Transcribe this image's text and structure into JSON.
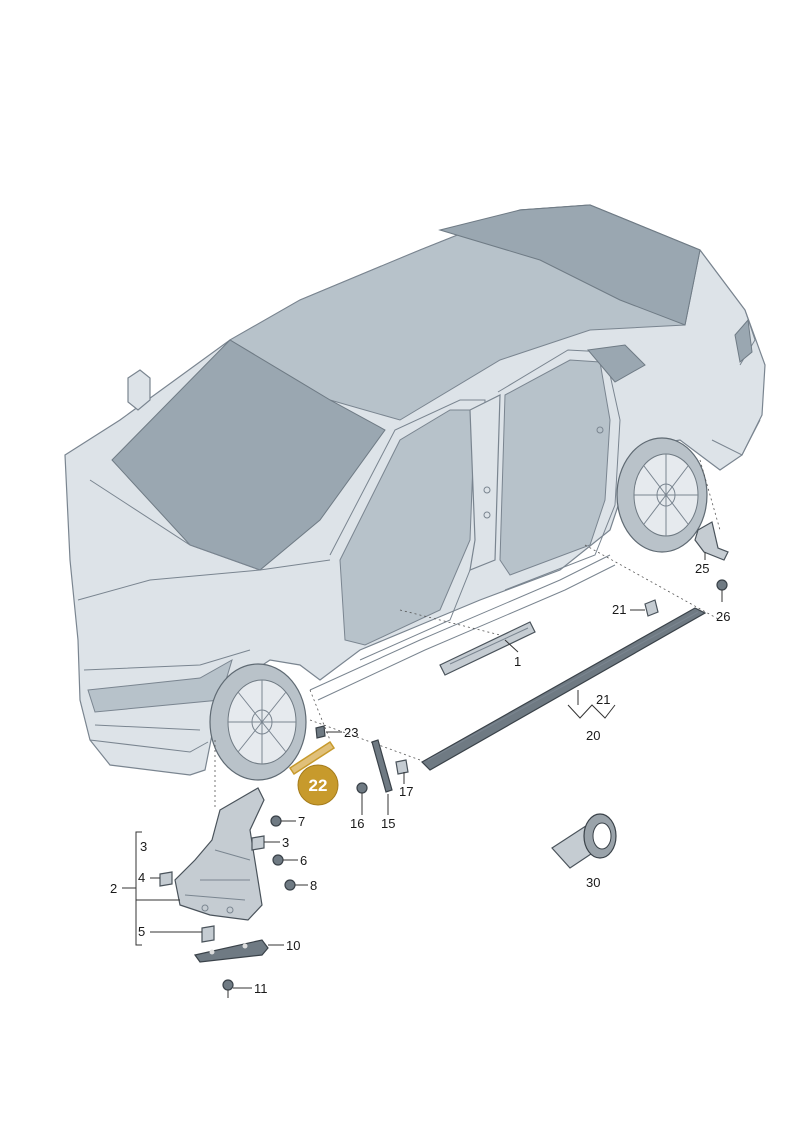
{
  "diagram": {
    "highlighted_part": "22",
    "colors": {
      "highlight": "#c79a2c",
      "body": "#dde3e8",
      "glass": "#9aa7b1",
      "parts": "#c5ccd2"
    },
    "callouts": {
      "c1": "1",
      "c2": "2",
      "c3a": "3",
      "c3b": "3",
      "c4": "4",
      "c5": "5",
      "c6": "6",
      "c7": "7",
      "c8": "8",
      "c10": "10",
      "c11": "11",
      "c15": "15",
      "c16": "16",
      "c17": "17",
      "c20": "20",
      "c21a": "21",
      "c21b": "21",
      "c23": "23",
      "c25": "25",
      "c26": "26",
      "c30": "30"
    }
  }
}
